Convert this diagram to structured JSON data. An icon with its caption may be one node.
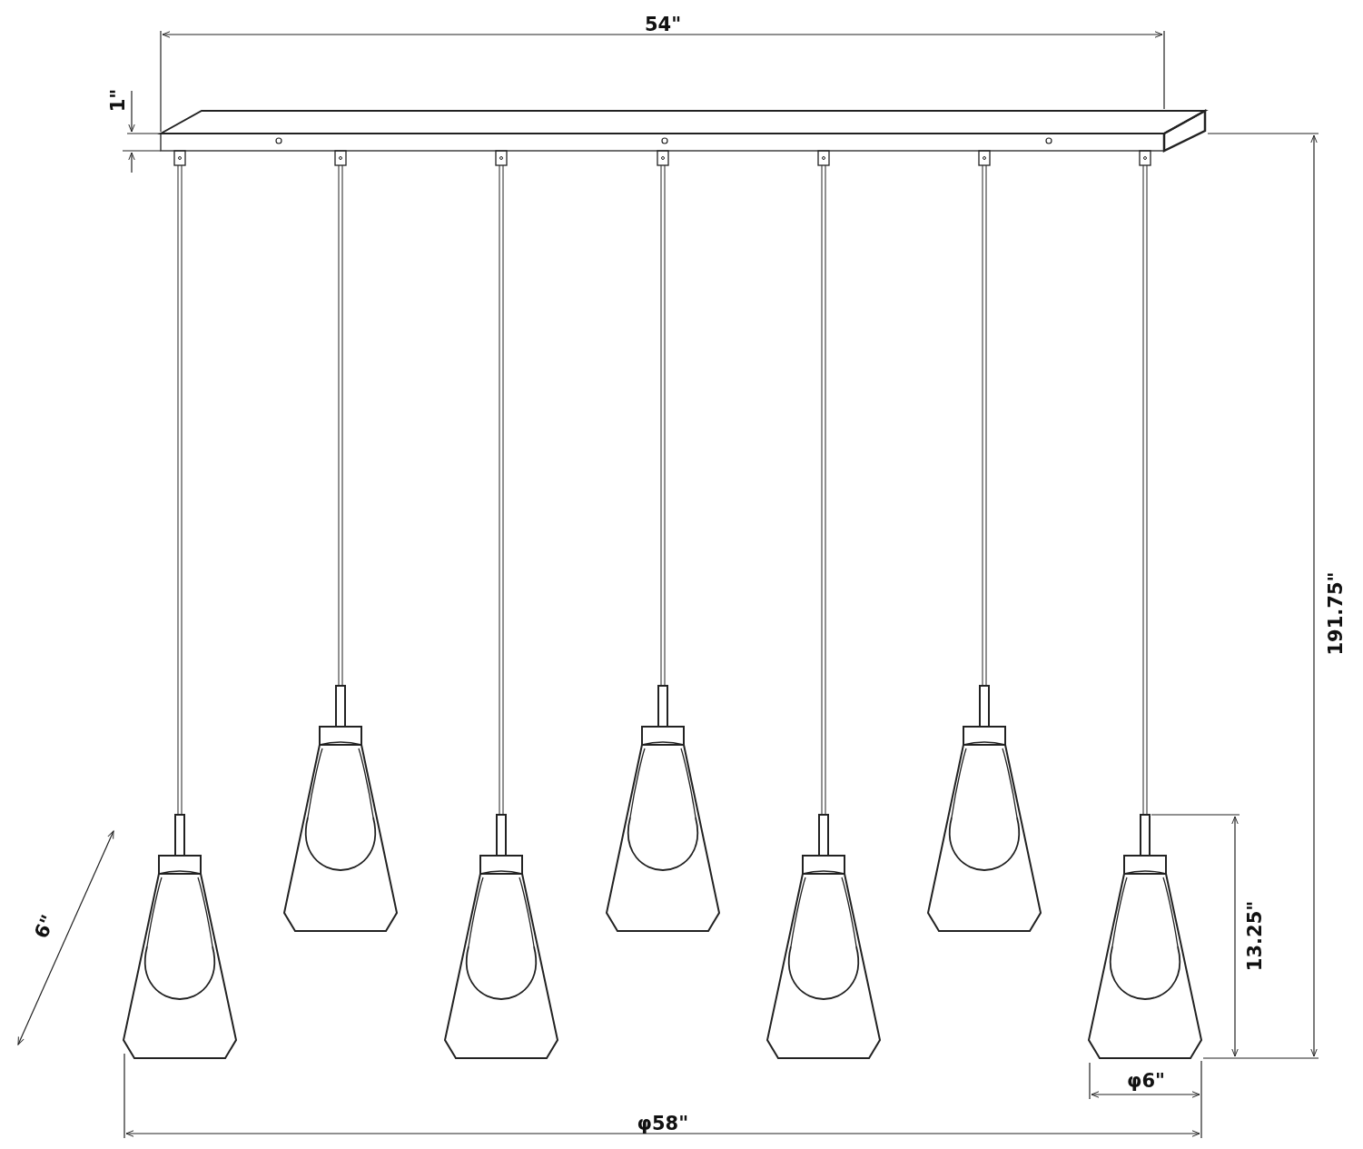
{
  "diagram": {
    "labels": [
      "54\"",
      "1\"",
      "191.75\"",
      "6\"",
      "13.25\"",
      "φ6\"",
      "φ58\""
    ]
  }
}
